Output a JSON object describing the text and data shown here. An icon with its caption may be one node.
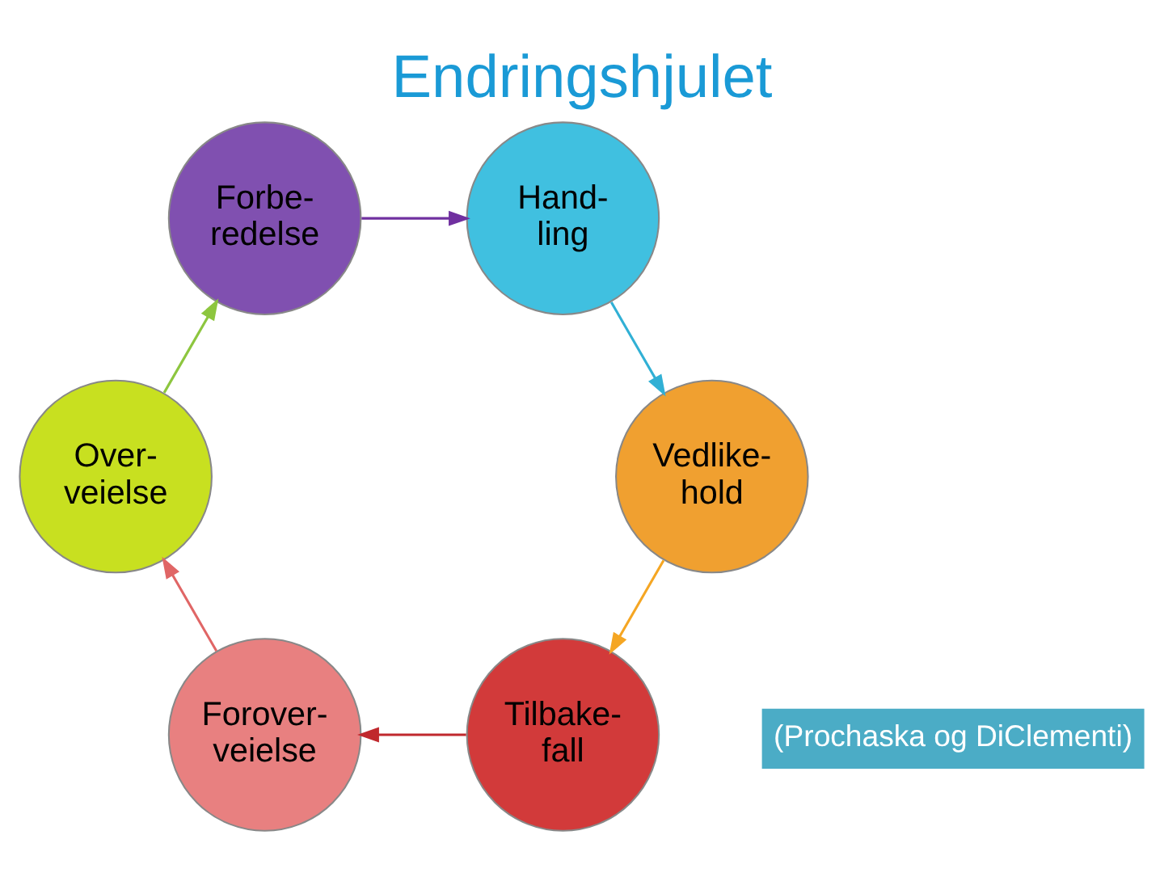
{
  "diagram": {
    "title": "Endringshjulet",
    "nodes": [
      {
        "text": [
          "Tilbake- fall"
        ]
      },
      {
        "text": [
          "Forover- veielse"
        ]
      },
      {
        "text": [
          "Vedlike- hold"
        ]
      },
      {
        "text": [
          "Over- veielse"
        ]
      },
      {
        "text": [
          "Hand- ling"
        ]
      },
      {
        "text": [
          "Forbe- redelse"
        ]
      }
    ],
    "edges": [
      {
        "from": 0,
        "to": 1,
        "arrow": "to",
        "color": "#c0282d"
      },
      {
        "from": 1,
        "to": 3,
        "arrow": "to",
        "color": "#e06666"
      },
      {
        "from": 3,
        "to": 5,
        "arrow": "to",
        "color": "#8dc63f"
      },
      {
        "from": 5,
        "to": 4,
        "arrow": "to",
        "color": "#7030a0"
      },
      {
        "from": 4,
        "to": 2,
        "arrow": "to",
        "color": "#31b0d5"
      },
      {
        "from": 2,
        "to": 0,
        "arrow": "to",
        "color": "#f5a623"
      }
    ],
    "labels": [
      "(Prochaska og DiClementi)"
    ]
  }
}
